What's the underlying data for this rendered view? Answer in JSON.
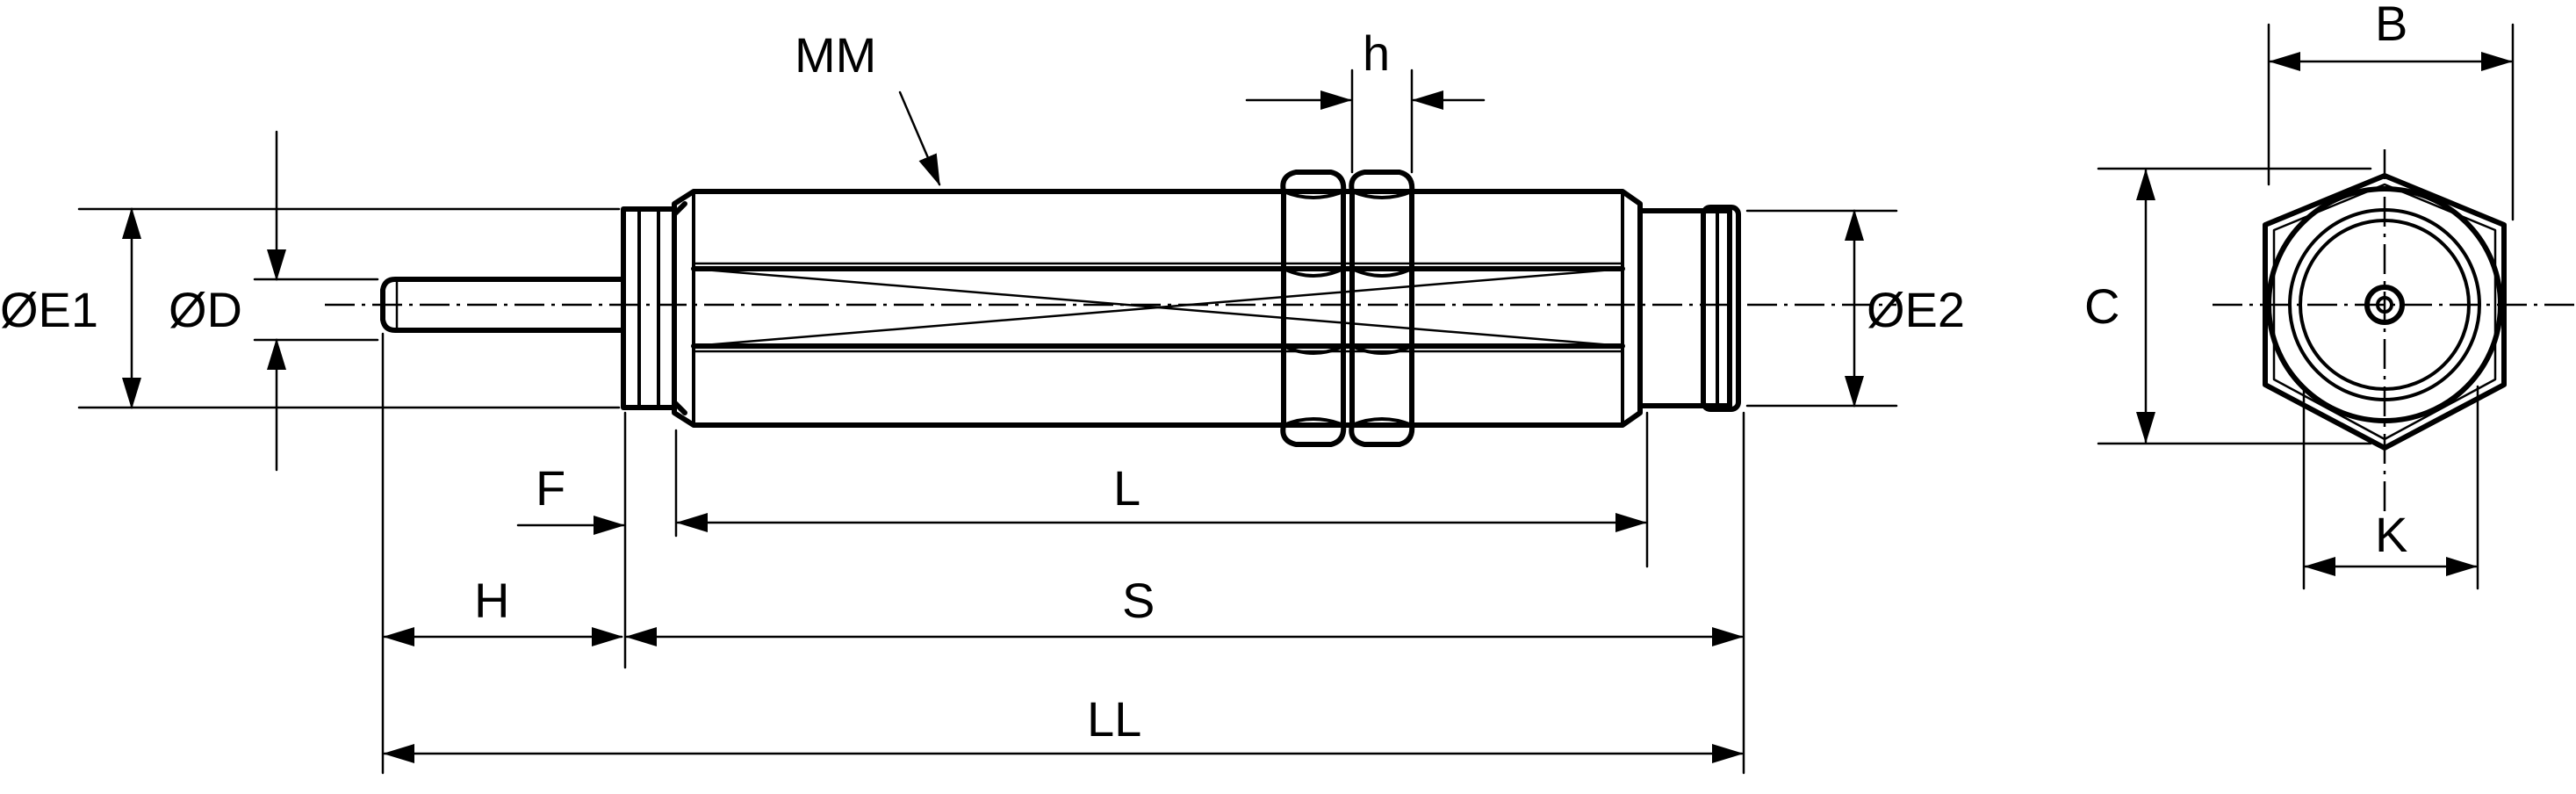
{
  "labels": {
    "mm": "MM",
    "h": "h",
    "b": "B",
    "c": "C",
    "k": "K",
    "e1": "ØE1",
    "d": "ØD",
    "e2": "ØE2",
    "f": "F",
    "l": "L",
    "hh": "H",
    "s": "S",
    "ll": "LL"
  },
  "colors": {
    "line": "#000000",
    "background": "#ffffff"
  }
}
